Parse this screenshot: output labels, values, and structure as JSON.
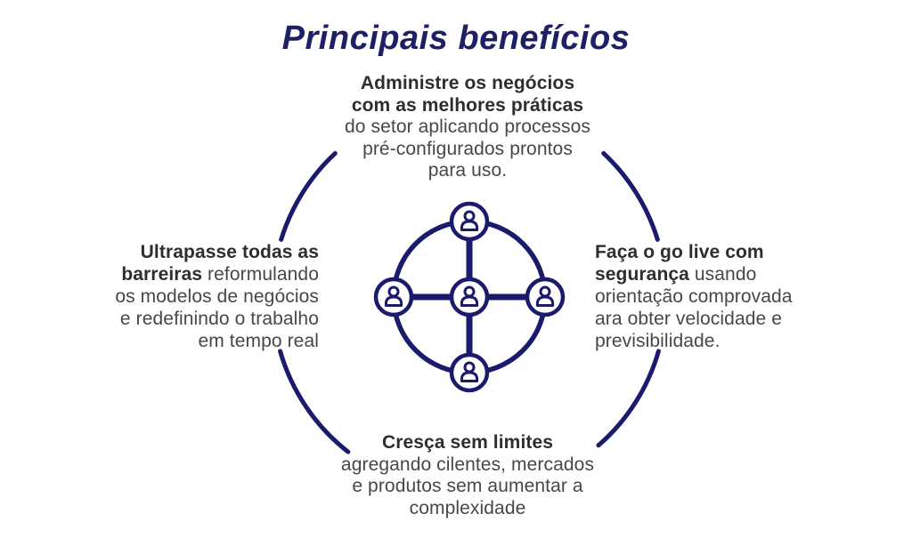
{
  "title": "Principais benefícios",
  "colors": {
    "navy_graphic": "#1b1b6e",
    "navy_title": "#1e2066",
    "text_bold": "#2e2e2e",
    "text_regular": "#474747",
    "background": "#ffffff"
  },
  "icons": {
    "center": "people-network-icon",
    "node": "person-icon"
  },
  "benefits": {
    "top": {
      "lines": [
        {
          "bold": "Administre os negócios",
          "rest": ""
        },
        {
          "bold": "com as melhores práticas",
          "rest": ""
        },
        {
          "bold": "",
          "rest": "do setor aplicando processos"
        },
        {
          "bold": "",
          "rest": "pré-configurados prontos"
        },
        {
          "bold": "",
          "rest": "para uso."
        }
      ]
    },
    "left": {
      "lines": [
        {
          "bold": "Ultrapasse todas as",
          "rest": ""
        },
        {
          "bold": "barreiras",
          "rest": " reformulando"
        },
        {
          "bold": "",
          "rest": "os modelos de negócios"
        },
        {
          "bold": "",
          "rest": "e redefinindo o trabalho"
        },
        {
          "bold": "",
          "rest": "em tempo real"
        }
      ]
    },
    "right": {
      "lines": [
        {
          "bold": "Faça o go live com",
          "rest": ""
        },
        {
          "bold": "segurança",
          "rest": " usando"
        },
        {
          "bold": "",
          "rest": "orientação comprovada"
        },
        {
          "bold": "",
          "rest": "ara obter velocidade e"
        },
        {
          "bold": "",
          "rest": "previsibilidade."
        }
      ]
    },
    "bottom": {
      "lines": [
        {
          "bold": "Cresça sem limites",
          "rest": ""
        },
        {
          "bold": "",
          "rest": "agregando cilentes, mercados"
        },
        {
          "bold": "",
          "rest": "e produtos sem aumentar a"
        },
        {
          "bold": "",
          "rest": "complexidade"
        }
      ]
    }
  }
}
